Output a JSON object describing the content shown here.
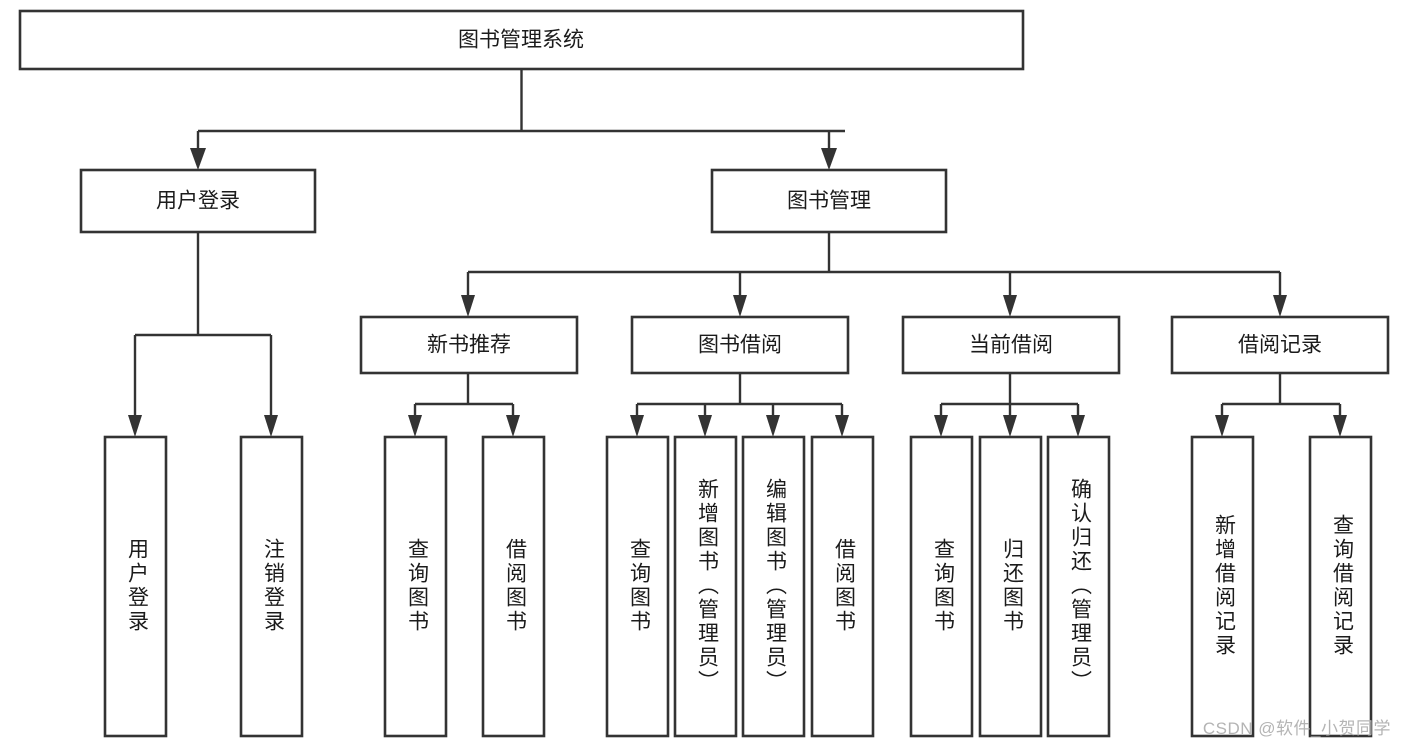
{
  "diagram": {
    "type": "tree-hierarchy",
    "title": "图书管理系统",
    "orientation": "top-down",
    "colors": {
      "box_fill": "#ffffff",
      "box_stroke": "#333333",
      "connector": "#333333",
      "text": "#1b1b1b",
      "watermark": "#b4b4b4",
      "background": "#ffffff"
    },
    "root": {
      "id": "root",
      "label": "图书管理系统",
      "orientation": "horizontal"
    },
    "level2": [
      {
        "id": "user-login",
        "label": "用户登录",
        "orientation": "horizontal"
      },
      {
        "id": "book-management",
        "label": "图书管理",
        "orientation": "horizontal"
      }
    ],
    "level3": [
      {
        "id": "new-book-recommend",
        "label": "新书推荐",
        "orientation": "horizontal",
        "parent": "book-management"
      },
      {
        "id": "book-borrow",
        "label": "图书借阅",
        "orientation": "horizontal",
        "parent": "book-management"
      },
      {
        "id": "current-borrow",
        "label": "当前借阅",
        "orientation": "horizontal",
        "parent": "book-management"
      },
      {
        "id": "borrow-record",
        "label": "借阅记录",
        "orientation": "horizontal",
        "parent": "book-management"
      }
    ],
    "leaves": [
      {
        "id": "leaf-user-login",
        "label": "用户登录",
        "orientation": "vertical",
        "parent": "user-login"
      },
      {
        "id": "leaf-logout-login",
        "label": "注销登录",
        "orientation": "vertical",
        "parent": "user-login"
      },
      {
        "id": "leaf-query-book-1",
        "label": "查询图书",
        "orientation": "vertical",
        "parent": "new-book-recommend"
      },
      {
        "id": "leaf-borrow-book-1",
        "label": "借阅图书",
        "orientation": "vertical",
        "parent": "new-book-recommend"
      },
      {
        "id": "leaf-query-book-2",
        "label": "查询图书",
        "orientation": "vertical",
        "parent": "book-borrow"
      },
      {
        "id": "leaf-add-book",
        "label": "新增图书（管理员）",
        "orientation": "vertical",
        "parent": "book-borrow"
      },
      {
        "id": "leaf-edit-book",
        "label": "编辑图书（管理员）",
        "orientation": "vertical",
        "parent": "book-borrow"
      },
      {
        "id": "leaf-borrow-book-2",
        "label": "借阅图书",
        "orientation": "vertical",
        "parent": "book-borrow"
      },
      {
        "id": "leaf-query-book-3",
        "label": "查询图书",
        "orientation": "vertical",
        "parent": "current-borrow"
      },
      {
        "id": "leaf-return-book",
        "label": "归还图书",
        "orientation": "vertical",
        "parent": "current-borrow"
      },
      {
        "id": "leaf-confirm-return",
        "label": "确认归还（管理员）",
        "orientation": "vertical",
        "parent": "current-borrow"
      },
      {
        "id": "leaf-add-record",
        "label": "新增借阅记录",
        "orientation": "vertical",
        "parent": "borrow-record"
      },
      {
        "id": "leaf-query-record",
        "label": "查询借阅记录",
        "orientation": "vertical",
        "parent": "borrow-record"
      }
    ]
  },
  "watermark": {
    "text": "CSDN @软件_小贺同学"
  }
}
